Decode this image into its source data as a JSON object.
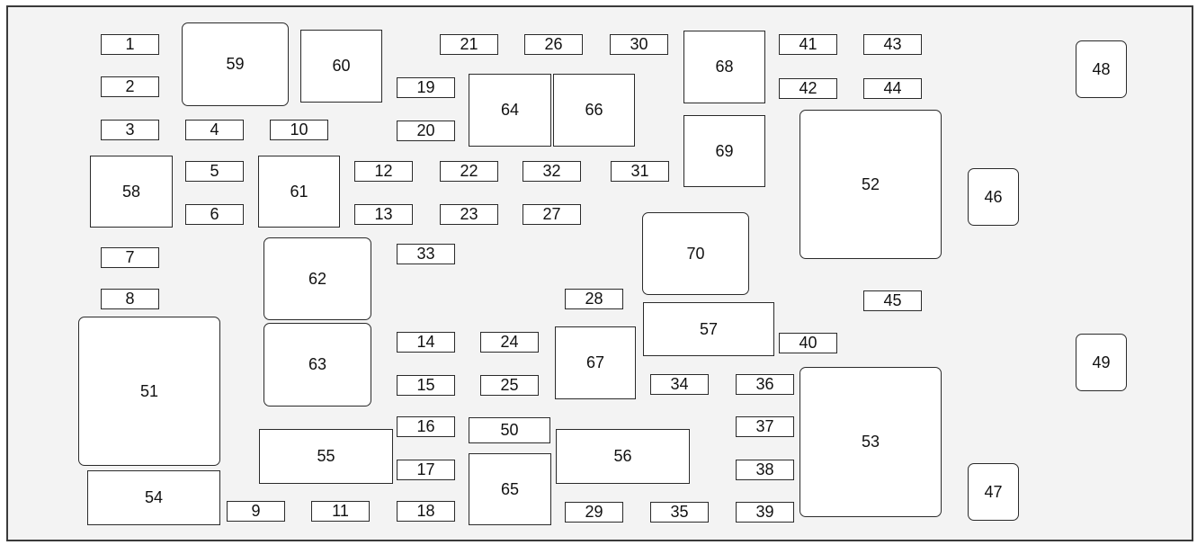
{
  "diagram": {
    "colors": {
      "border": "#3a3a3a",
      "background": "#f3f3f3",
      "box_fill": "#ffffff"
    },
    "boxes": [
      {
        "label": "1"
      },
      {
        "label": "2"
      },
      {
        "label": "3"
      },
      {
        "label": "4"
      },
      {
        "label": "5"
      },
      {
        "label": "6"
      },
      {
        "label": "7"
      },
      {
        "label": "8"
      },
      {
        "label": "9"
      },
      {
        "label": "10"
      },
      {
        "label": "11"
      },
      {
        "label": "12"
      },
      {
        "label": "13"
      },
      {
        "label": "14"
      },
      {
        "label": "15"
      },
      {
        "label": "16"
      },
      {
        "label": "17"
      },
      {
        "label": "18"
      },
      {
        "label": "19"
      },
      {
        "label": "20"
      },
      {
        "label": "21"
      },
      {
        "label": "22"
      },
      {
        "label": "23"
      },
      {
        "label": "24"
      },
      {
        "label": "25"
      },
      {
        "label": "26"
      },
      {
        "label": "27"
      },
      {
        "label": "28"
      },
      {
        "label": "29"
      },
      {
        "label": "30"
      },
      {
        "label": "31"
      },
      {
        "label": "32"
      },
      {
        "label": "33"
      },
      {
        "label": "34"
      },
      {
        "label": "35"
      },
      {
        "label": "36"
      },
      {
        "label": "37"
      },
      {
        "label": "38"
      },
      {
        "label": "39"
      },
      {
        "label": "40"
      },
      {
        "label": "41"
      },
      {
        "label": "42"
      },
      {
        "label": "43"
      },
      {
        "label": "44"
      },
      {
        "label": "45"
      },
      {
        "label": "46"
      },
      {
        "label": "47"
      },
      {
        "label": "48"
      },
      {
        "label": "49"
      },
      {
        "label": "50"
      },
      {
        "label": "51"
      },
      {
        "label": "52"
      },
      {
        "label": "53"
      },
      {
        "label": "54"
      },
      {
        "label": "55"
      },
      {
        "label": "56"
      },
      {
        "label": "57"
      },
      {
        "label": "58"
      },
      {
        "label": "59"
      },
      {
        "label": "60"
      },
      {
        "label": "61"
      },
      {
        "label": "62"
      },
      {
        "label": "63"
      },
      {
        "label": "64"
      },
      {
        "label": "65"
      },
      {
        "label": "66"
      },
      {
        "label": "67"
      },
      {
        "label": "68"
      },
      {
        "label": "69"
      },
      {
        "label": "70"
      }
    ]
  }
}
